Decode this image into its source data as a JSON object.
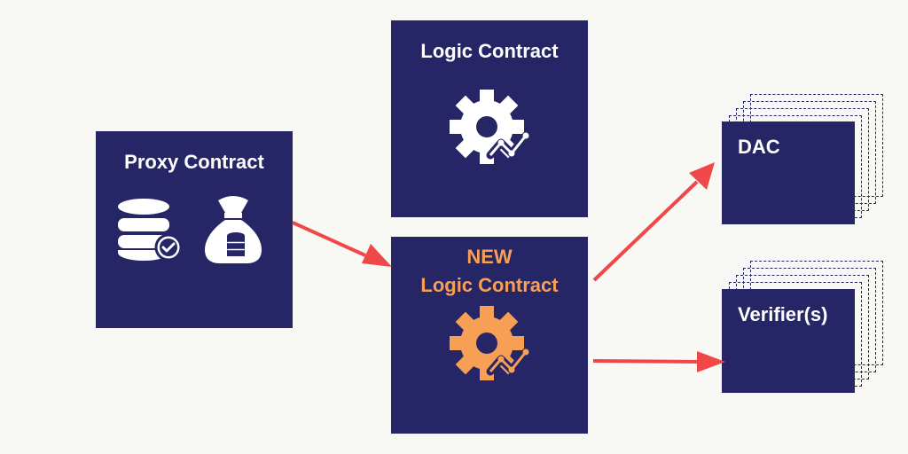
{
  "diagram": {
    "proxy": {
      "title": "Proxy Contract",
      "icons": [
        "database-check-icon",
        "money-bag-icon"
      ]
    },
    "logic": {
      "title": "Logic Contract",
      "icon": "gear-chart-icon"
    },
    "new_logic": {
      "title_line1": "NEW",
      "title_line2": "Logic Contract",
      "icon": "gear-chart-icon"
    },
    "dac": {
      "label": "DAC"
    },
    "verifiers": {
      "label": "Verifier(s)"
    }
  },
  "colors": {
    "box": "#262566",
    "accent": "#f79f54",
    "arrow": "#f04848",
    "background": "#f8f8f4"
  }
}
